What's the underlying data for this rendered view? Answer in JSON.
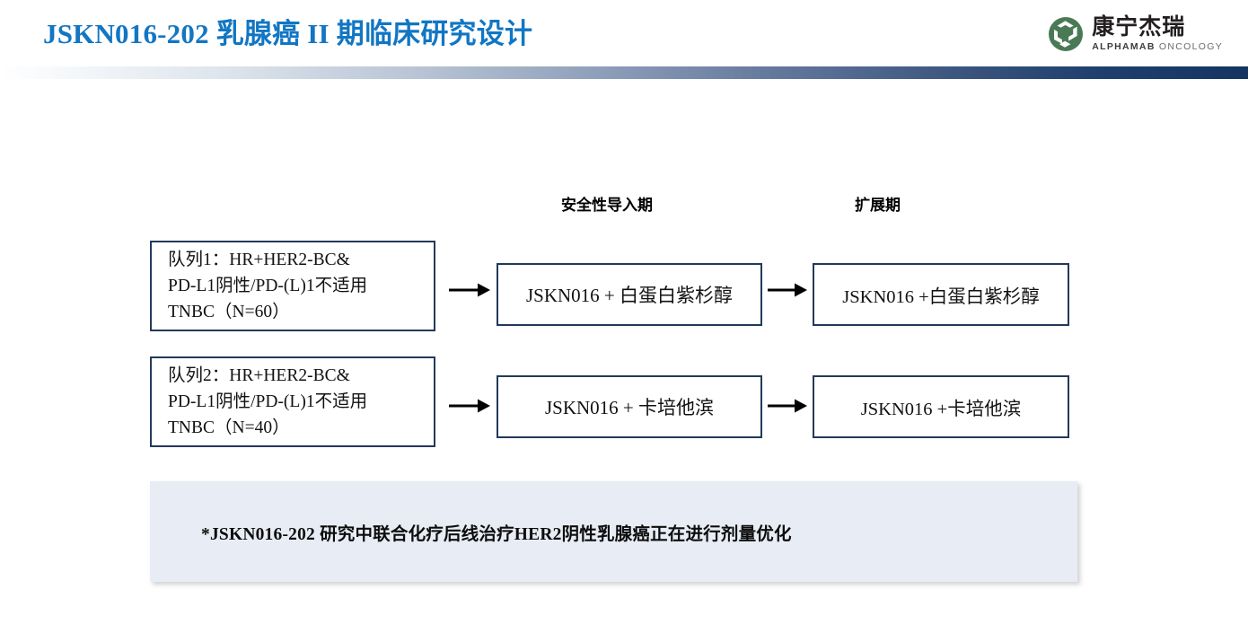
{
  "slide": {
    "title": "JSKN016-202 乳腺癌 II 期临床研究设计",
    "title_color": "#1276C3",
    "accent_border_color": "#23395B",
    "panel_fill_color": "#E8EDF5"
  },
  "logo": {
    "mark_name": "alphamab-pinwheel-logo-icon",
    "mark_color": "#4A7A55",
    "company_cn": "康宁杰瑞",
    "company_en_bold": "ALPHAMAB",
    "company_en_light": "ONCOLOGY"
  },
  "phases": [
    {
      "id": "lead-in",
      "label": "安全性导入期"
    },
    {
      "id": "expansion",
      "label": "扩展期"
    }
  ],
  "cohorts": [
    {
      "id": "cohort-1",
      "lines": [
        "队列1：HR+HER2-BC&",
        "PD-L1阴性/PD-(L)1不适用",
        "TNBC（N=60）"
      ],
      "n": 60,
      "lead_in_treatment": "JSKN016 + 白蛋白紫杉醇",
      "expansion_treatment": "JSKN016 +白蛋白紫杉醇"
    },
    {
      "id": "cohort-2",
      "lines": [
        "队列2：HR+HER2-BC&",
        "PD-L1阴性/PD-(L)1不适用",
        "TNBC（N=40）"
      ],
      "n": 40,
      "lead_in_treatment": "JSKN016 + 卡培他滨",
      "expansion_treatment": "JSKN016 +卡培他滨"
    }
  ],
  "arrows": {
    "icon_name": "right-arrow-icon",
    "color": "#000000"
  },
  "footnote": {
    "text": "*JSKN016-202 研究中联合化疗后线治疗HER2阴性乳腺癌正在进行剂量优化"
  }
}
